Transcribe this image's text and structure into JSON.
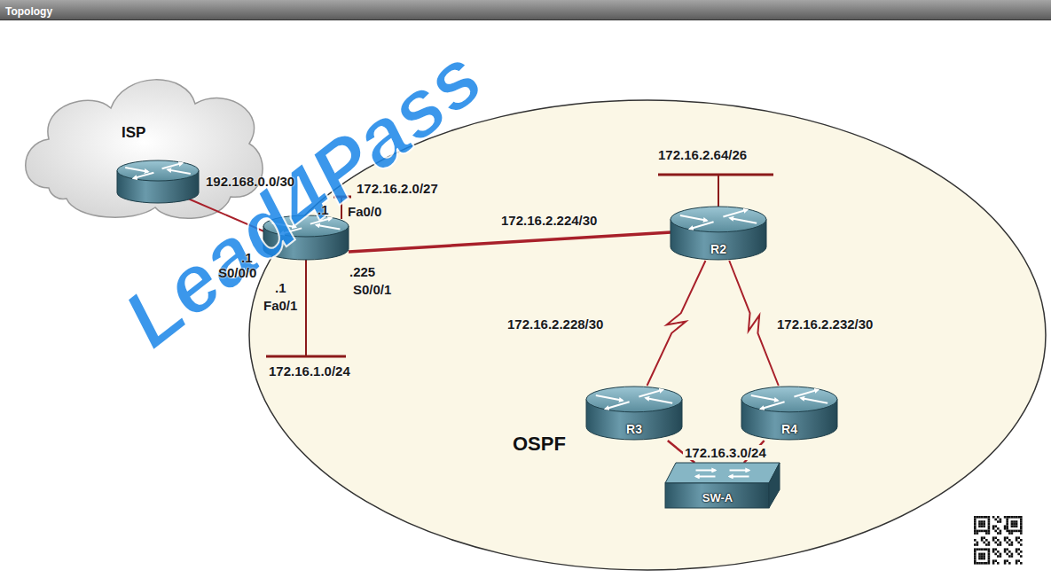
{
  "diagram": {
    "title": "Topology",
    "nodes": [
      {
        "text": [
          "ISP"
        ]
      },
      {
        "text": [
          "OSPF"
        ]
      },
      {
        "text": [
          "R2"
        ],
        "in": 1
      },
      {
        "text": [
          "R3"
        ],
        "in": 1
      },
      {
        "text": [
          "R4"
        ],
        "in": 1
      },
      {
        "text": [
          "SW-A"
        ],
        "in": 1
      }
    ],
    "edges": [
      {
        "from": 2,
        "to": 3,
        "arrow": "none",
        "label": "172.16.2.228/30"
      },
      {
        "from": 2,
        "to": 4,
        "arrow": "none",
        "label": "172.16.2.232/30"
      },
      {
        "from": 3,
        "to": 5,
        "arrow": "none"
      },
      {
        "from": 4,
        "to": 5,
        "arrow": "none"
      }
    ],
    "labels": [
      "Lead4Pass",
      "192.168.0.0/30",
      "172.16.2.0/27",
      ".1",
      "Fa0/0",
      ".1",
      "S0/0/0",
      ".1",
      "Fa0/1",
      ".225",
      "S0/0/1",
      "172.16.2.224/30",
      "172.16.1.0/24",
      "172.16.2.64/26",
      "172.16.3.0/24"
    ]
  }
}
